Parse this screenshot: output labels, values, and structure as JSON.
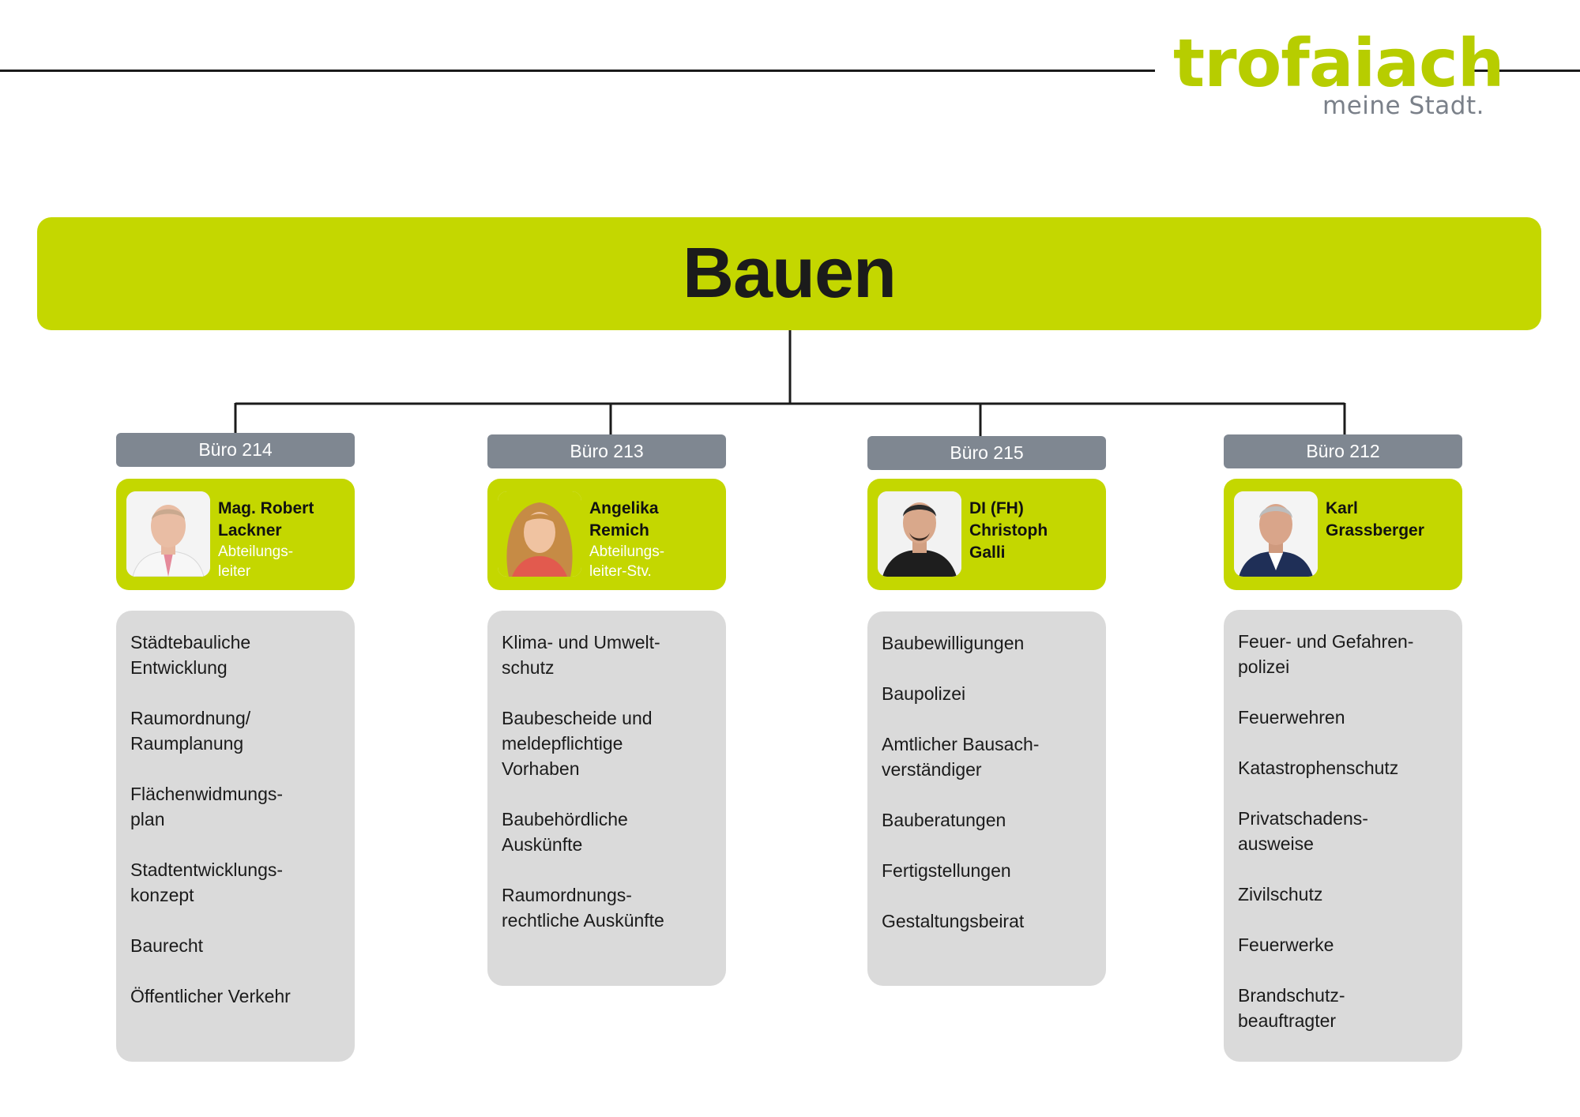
{
  "logo": {
    "word": "trofaiach",
    "tagline": "meine Stadt."
  },
  "header": {
    "title": "Bauen"
  },
  "departments": [
    {
      "office": "Büro 214",
      "name": "Mag. Robert\nLackner",
      "role": "Abteilungs-\nleiter",
      "tasks": [
        "Städtebauliche\nEntwicklung",
        "Raumordnung/\nRaumplanung",
        "Flächenwidmungs-\nplan",
        "Stadtentwicklungs-\nkonzept",
        "Baurecht",
        "Öffentlicher Verkehr"
      ]
    },
    {
      "office": "Büro 213",
      "name": "Angelika\nRemich",
      "role": "Abteilungs-\nleiter-Stv.",
      "tasks": [
        "Klima- und Umwelt-\nschutz",
        "Baubescheide und\nmeldepflichtige\nVorhaben",
        "Baubehördliche\nAuskünfte",
        "Raumordnungs-\nrechtliche Auskünfte"
      ]
    },
    {
      "office": "Büro 215",
      "name": "DI (FH)\nChristoph\nGalli",
      "role": "",
      "tasks": [
        "Baubewilligungen",
        "Baupolizei",
        "Amtlicher Bausach-\nverständiger",
        "Bauberatungen",
        "Fertigstellungen",
        "Gestaltungsbeirat"
      ]
    },
    {
      "office": "Büro 212",
      "name": "Karl\nGrassberger",
      "role": "",
      "tasks": [
        "Feuer- und Gefahren-\npolizei",
        "Feuerwehren",
        "Katastrophenschutz",
        "Privatschadens-\nausweise",
        "Zivilschutz",
        "Feuerwerke",
        "Brandschutz-\nbeauftragter"
      ]
    }
  ],
  "colors": {
    "brand_green": "#c4d700",
    "logo_green": "#b7cd00",
    "office_grey": "#7f8791",
    "task_grey": "#dadada"
  }
}
